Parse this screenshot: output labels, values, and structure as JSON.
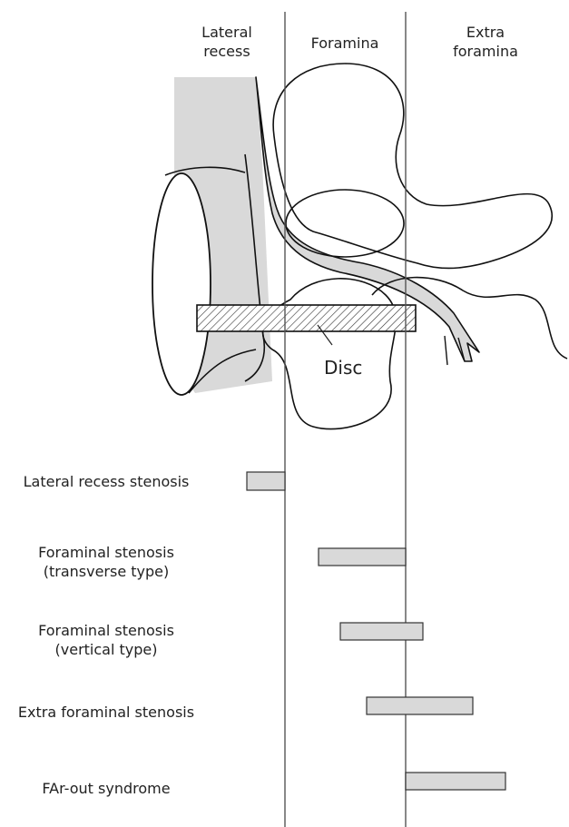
{
  "columns": [
    {
      "line1": "Lateral",
      "line2": "recess"
    },
    {
      "line1": "Foramina",
      "line2": ""
    },
    {
      "line1": "Extra",
      "line2": "foramina"
    }
  ],
  "disc_label": "Disc",
  "stenosis_rows": [
    {
      "line1": "Lateral recess stenosis",
      "line2": ""
    },
    {
      "line1": "Foraminal stenosis",
      "line2": "(transverse type)"
    },
    {
      "line1": "Foraminal stenosis",
      "line2": "(vertical type)"
    },
    {
      "line1": "Extra foraminal stenosis",
      "line2": ""
    },
    {
      "line1": "FAr-out syndrome",
      "line2": ""
    }
  ],
  "colors": {
    "line": "#555555",
    "outline": "#111111",
    "fill": "#d9d9d9"
  }
}
